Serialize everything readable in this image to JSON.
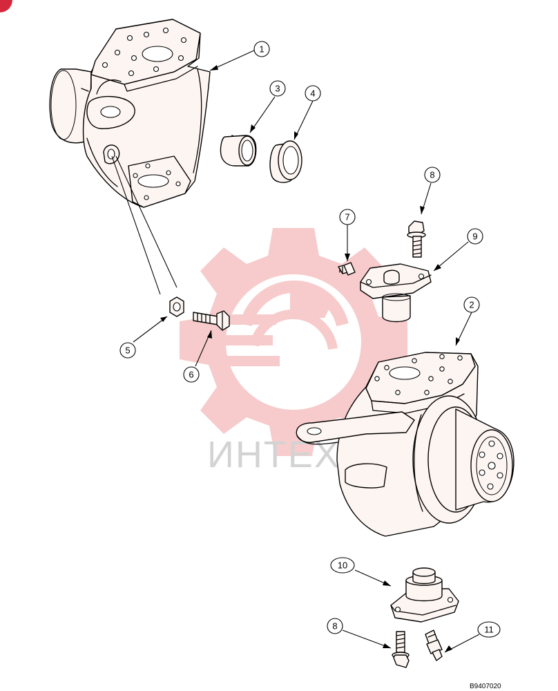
{
  "callouts": [
    {
      "id": "callout-1",
      "label": "1"
    },
    {
      "id": "callout-2",
      "label": "2"
    },
    {
      "id": "callout-3",
      "label": "3"
    },
    {
      "id": "callout-4",
      "label": "4"
    },
    {
      "id": "callout-5",
      "label": "5"
    },
    {
      "id": "callout-6",
      "label": "6"
    },
    {
      "id": "callout-7",
      "label": "7"
    },
    {
      "id": "callout-8a",
      "label": "8"
    },
    {
      "id": "callout-9",
      "label": "9"
    },
    {
      "id": "callout-10",
      "label": "10"
    },
    {
      "id": "callout-8b",
      "label": "8"
    },
    {
      "id": "callout-11",
      "label": "11"
    }
  ],
  "watermark": {
    "text": "ИНТЕХ",
    "color": "#f7c6c6"
  },
  "drawing_code": "B9407020",
  "colors": {
    "line": "#000000",
    "part_fill": "#fdf5f1",
    "corner_badge": "#d6283c"
  }
}
